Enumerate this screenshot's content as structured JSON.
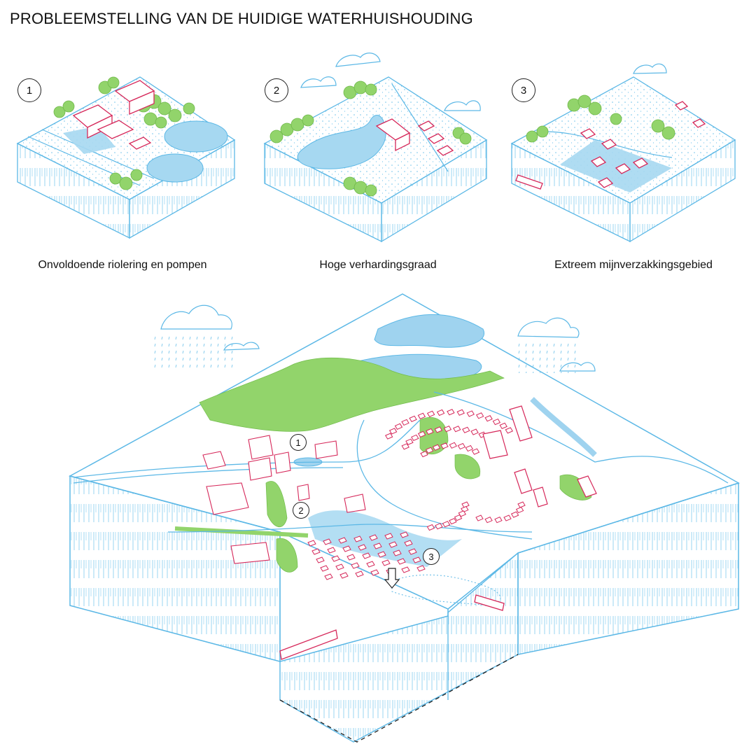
{
  "title": "PROBLEEMSTELLING VAN DE HUIDIGE WATERHUISHOUDING",
  "panels": [
    {
      "number": "1",
      "caption": "Onvoldoende riolering en pompen"
    },
    {
      "number": "2",
      "caption": "Hoge verhardingsgraad"
    },
    {
      "number": "3",
      "caption": "Extreem mijnverzakkingsgebied"
    }
  ],
  "main_callouts": [
    "1",
    "2",
    "3"
  ],
  "colors": {
    "outline_blue": "#5cb8e6",
    "water_blue": "#9fd3ef",
    "tree_green": "#8fd46a",
    "building_red": "#d6285a",
    "ink": "#222222"
  }
}
